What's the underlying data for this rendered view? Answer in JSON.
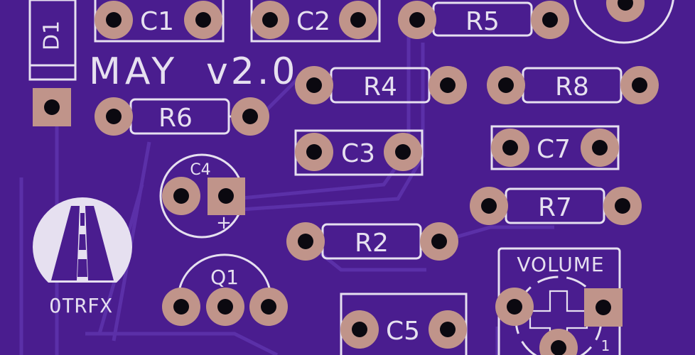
{
  "board": {
    "title": "MAY",
    "version": "v2.0",
    "brand": "OTRFX",
    "colors": {
      "board": "#4a1d8f",
      "silkscreen": "#e6e0f0",
      "pad": "#c0948a",
      "drill": "#0b0910",
      "trace": "#5b30a8"
    }
  },
  "components": {
    "d1": "D1",
    "c1": "C1",
    "c2": "C2",
    "c3": "C3",
    "c4": "C4",
    "c4_polarity": "+",
    "c5": "C5",
    "c7": "C7",
    "r2": "R2",
    "r4": "R4",
    "r5": "R5",
    "r6": "R6",
    "r7": "R7",
    "r8": "R8",
    "q1": "Q1",
    "volume": "VOLUME",
    "volume_pin": "1"
  }
}
